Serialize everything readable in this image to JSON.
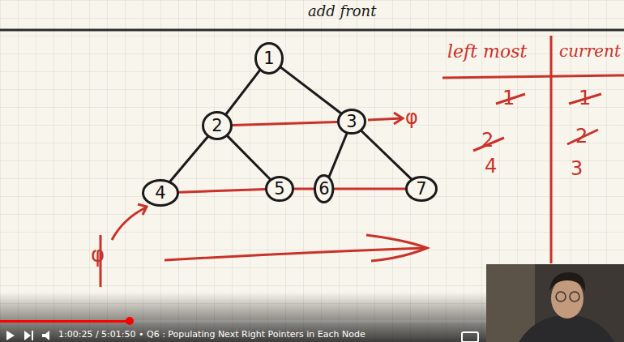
{
  "diagram": {
    "nodes": [
      {
        "text": [
          "1"
        ]
      },
      {
        "text": [
          "2"
        ]
      },
      {
        "text": [
          "3"
        ]
      },
      {
        "text": [
          "4"
        ]
      },
      {
        "text": [
          "5"
        ]
      },
      {
        "text": [
          "6"
        ]
      },
      {
        "text": [
          "7"
        ]
      }
    ],
    "edges": [
      {
        "from": 0,
        "to": 1,
        "arrow": "none"
      },
      {
        "from": 0,
        "to": 2,
        "arrow": "none"
      },
      {
        "from": 1,
        "to": 3,
        "arrow": "none"
      },
      {
        "from": 1,
        "to": 4,
        "arrow": "none"
      },
      {
        "from": 2,
        "to": 5,
        "arrow": "none"
      },
      {
        "from": 2,
        "to": 6,
        "arrow": "none"
      },
      {
        "from": 1,
        "to": 2,
        "arrow": "none"
      },
      {
        "from": 3,
        "to": 4,
        "arrow": "none"
      },
      {
        "from": 4,
        "to": 5,
        "arrow": "none"
      },
      {
        "from": 5,
        "to": 6,
        "arrow": "none"
      }
    ],
    "labels": [
      "add front",
      "φ",
      "φ",
      "left most",
      "current",
      "1",
      "1",
      "2",
      "2",
      "4",
      "3",
      "1:00:25 / 5:01:50 • Q6 : Populating Next Right Pointers in Each Node"
    ]
  }
}
